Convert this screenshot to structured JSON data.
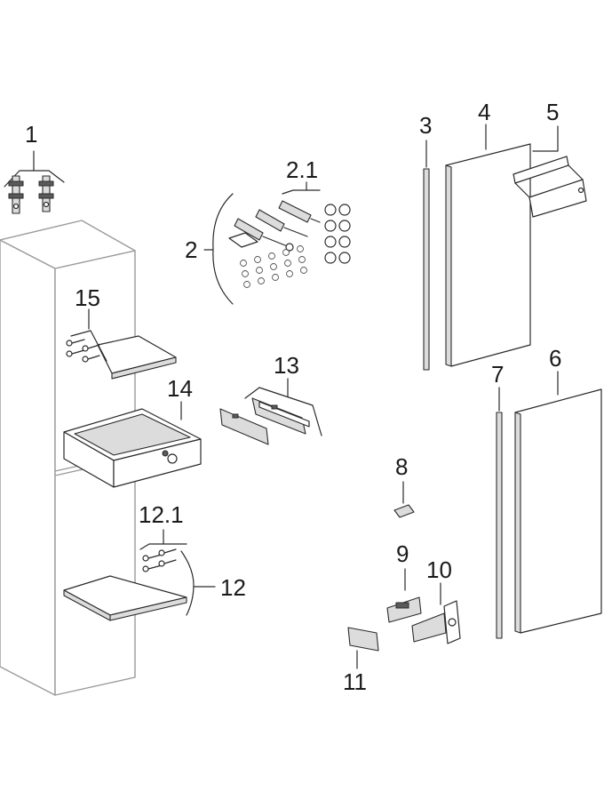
{
  "labels": {
    "p1": "1",
    "p2": "2",
    "p2_1": "2.1",
    "p3": "3",
    "p4": "4",
    "p5": "5",
    "p6": "6",
    "p7": "7",
    "p8": "8",
    "p9": "9",
    "p10": "10",
    "p11": "11",
    "p12": "12",
    "p12_1": "12.1",
    "p13": "13",
    "p14": "14",
    "p15": "15"
  }
}
